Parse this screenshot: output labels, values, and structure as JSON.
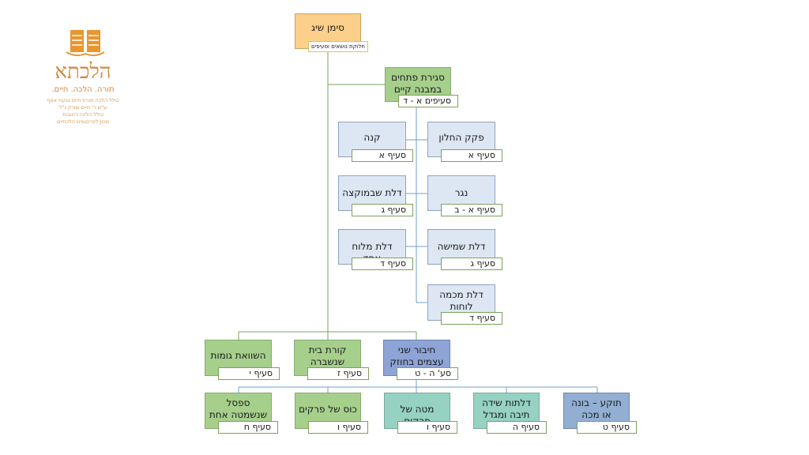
{
  "logo": {
    "brand": "הלכתא",
    "tagline": "תורה. הלכה. חיים.",
    "lines": [
      "כולל הלכה תורת חיים גבעת אסף",
      "ע\"ש ר' חיים שורק ז\"ל",
      "כולל הלכה רחובות",
      "מכון לפרסומים הלכתיים"
    ],
    "colors": {
      "primary": "#d4873a",
      "icon": "#e8962e"
    }
  },
  "nodes": [
    {
      "id": "root",
      "title": "סימן שיג",
      "sub": "חלוקת נושאים וסעיפים",
      "color": "orange"
    },
    {
      "id": "n1",
      "title": "סגירת פתחים במבנה קיים",
      "sub": "סעיפים א - ד",
      "color": "green"
    },
    {
      "id": "b1",
      "title": "פקק החלון",
      "sub": "סעיף א",
      "color": "blue"
    },
    {
      "id": "b2",
      "title": "קנה",
      "sub": "סעיף א",
      "color": "blue"
    },
    {
      "id": "b3",
      "title": "נגר",
      "sub": "סעיף א - ב",
      "color": "blue"
    },
    {
      "id": "b4",
      "title": "דלת שבמוקצה",
      "sub": "סעיף ג",
      "color": "blue"
    },
    {
      "id": "b5",
      "title": "דלת שמישה",
      "sub": "סעיף ג",
      "color": "blue"
    },
    {
      "id": "b6",
      "title": "דלת מלוח אחד",
      "sub": "סעיף ד",
      "color": "blue"
    },
    {
      "id": "b7",
      "title": "דלת מכמה לוחות",
      "sub": "סעיף ד",
      "color": "blue"
    },
    {
      "id": "m1",
      "title": "חיבור שני עצמים בחוזק",
      "sub": "סע' ה - ט",
      "color": "purple"
    },
    {
      "id": "m2",
      "title": "קורת בית שנשברה",
      "sub": "סעיף ז",
      "color": "green"
    },
    {
      "id": "m3",
      "title": "השוואת גומות",
      "sub": "סעיף י",
      "color": "green"
    },
    {
      "id": "l1",
      "title": "תוקע – בונה או מכה בפטיש",
      "sub": "סעיף ט",
      "color": "steel"
    },
    {
      "id": "l2",
      "title": "דלתות שידה תיבה ומגדל",
      "sub": "סעיף ה",
      "color": "teal"
    },
    {
      "id": "l3",
      "title": "מטה של פרקים",
      "sub": "סעיף ו",
      "color": "teal"
    },
    {
      "id": "l4",
      "title": "כוס של פרקים",
      "sub": "סעיף ו",
      "color": "green"
    },
    {
      "id": "l5",
      "title": "ספסל שנשמטה אחת מרגליו",
      "sub": "סעיף ח",
      "color": "green"
    }
  ],
  "connector_colors": {
    "green": "#7aa35a",
    "blue": "#6f9fd0"
  }
}
